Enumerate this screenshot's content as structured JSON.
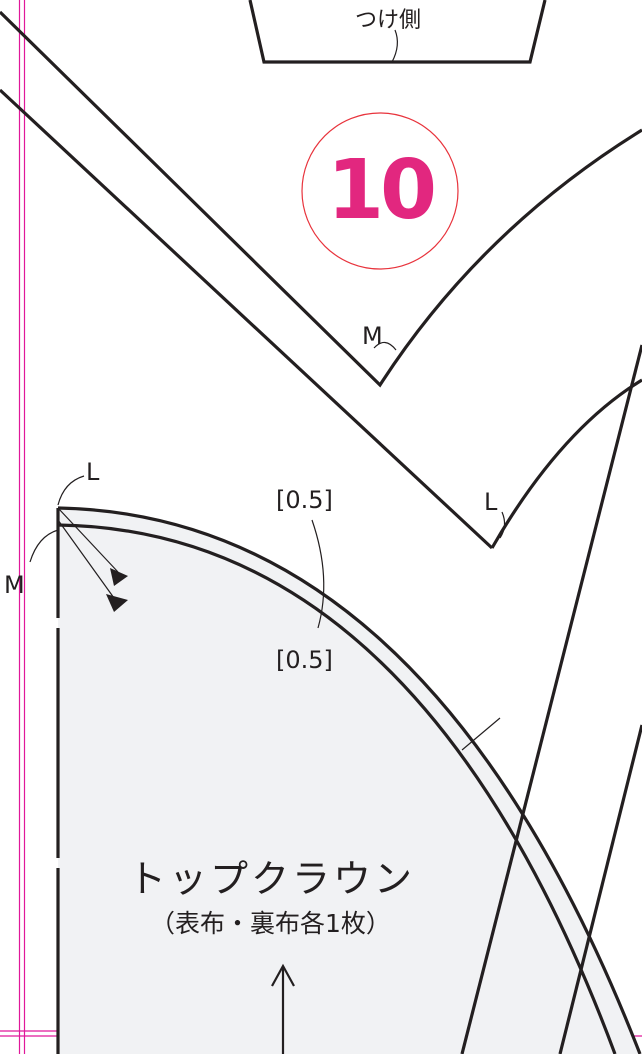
{
  "labels": {
    "attach_side": "つけ側",
    "piece_number": "10",
    "mark_M_upper": "M",
    "mark_L_right": "L",
    "mark_L_left": "L",
    "mark_M_left": "M",
    "seam_allowance_outer": "[0.5]",
    "seam_allowance_inner": "[0.5]",
    "piece_title": "トップクラウン",
    "piece_note": "（表布・裏布各1枚）"
  },
  "colors": {
    "line": "#231f20",
    "accent": "#e2277f",
    "guide": "#e0189a",
    "piece_fill": "#f1f2f4",
    "circle": "#e8333c"
  }
}
